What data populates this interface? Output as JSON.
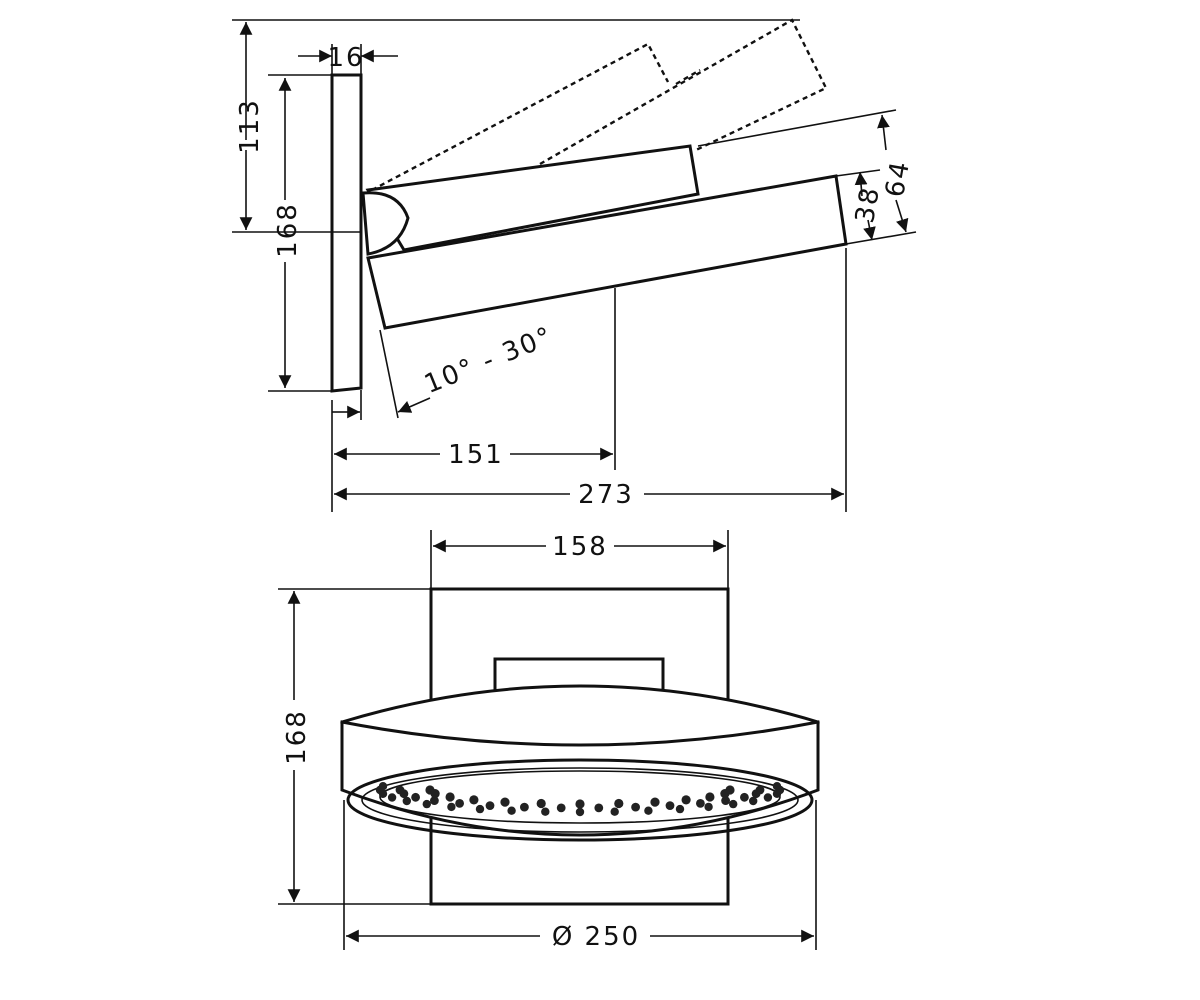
{
  "dimensions": {
    "side_view": {
      "depth_16": "16",
      "height_113": "113",
      "height_168": "168",
      "angle_range": "10° - 30°",
      "reach_151": "151",
      "reach_273": "273",
      "head_64": "64",
      "head_38": "38"
    },
    "front_view": {
      "width_158": "158",
      "height_168": "168",
      "diameter_250": "Ø 250"
    }
  },
  "colors": {
    "line": "#111111",
    "background": "#ffffff"
  }
}
